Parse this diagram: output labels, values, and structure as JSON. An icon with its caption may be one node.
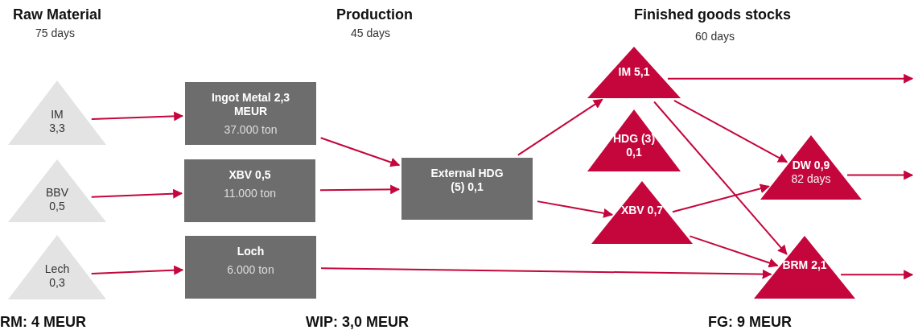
{
  "diagram": {
    "nodes": [
      {
        "text": [
          "IM",
          "3,3"
        ]
      },
      {
        "text": [
          "BBV",
          "0,5"
        ]
      },
      {
        "text": [
          "Lech",
          "0,3"
        ]
      },
      {
        "text": [
          "Ingot Metal 2,3 MEUR",
          "37.000 ton"
        ]
      },
      {
        "text": [
          "XBV 0,5",
          "11.000 ton"
        ]
      },
      {
        "text": [
          "Loch",
          "6.000 ton"
        ]
      },
      {
        "text": [
          "External HDG (5) 0,1"
        ]
      },
      {
        "text": [
          "IM 5,1"
        ]
      },
      {
        "text": [
          "HDG (3) 0,1"
        ]
      },
      {
        "text": [
          "XBV 0,7"
        ]
      },
      {
        "text": [
          "DW 0,9",
          "82 days"
        ]
      },
      {
        "text": [
          "BRM 2,1"
        ]
      }
    ],
    "edges": [
      {
        "from": 0,
        "to": 3,
        "arrow": "to"
      },
      {
        "from": 1,
        "to": 4,
        "arrow": "to"
      },
      {
        "from": 2,
        "to": 5,
        "arrow": "to"
      },
      {
        "from": 3,
        "to": 6,
        "arrow": "to"
      },
      {
        "from": 4,
        "to": 6,
        "arrow": "to"
      },
      {
        "from": 5,
        "to": 11,
        "arrow": "to"
      },
      {
        "from": 6,
        "to": 7,
        "arrow": "to"
      },
      {
        "from": 6,
        "to": 9,
        "arrow": "to"
      },
      {
        "from": 7,
        "to": null,
        "arrow": "to"
      },
      {
        "from": 7,
        "to": 10,
        "arrow": "to"
      },
      {
        "from": 7,
        "to": 11,
        "arrow": "to"
      },
      {
        "from": 9,
        "to": 10,
        "arrow": "to"
      },
      {
        "from": 9,
        "to": 11,
        "arrow": "to"
      },
      {
        "from": 10,
        "to": null,
        "arrow": "to"
      },
      {
        "from": 11,
        "to": null,
        "arrow": "to"
      }
    ],
    "labels": [
      "Raw Material",
      "75 days",
      "Production",
      "45 days",
      "Finished goods stocks",
      "60 days",
      "RM: 4 MEUR",
      "WIP: 3,0 MEUR",
      "FG: 9 MEUR"
    ]
  }
}
